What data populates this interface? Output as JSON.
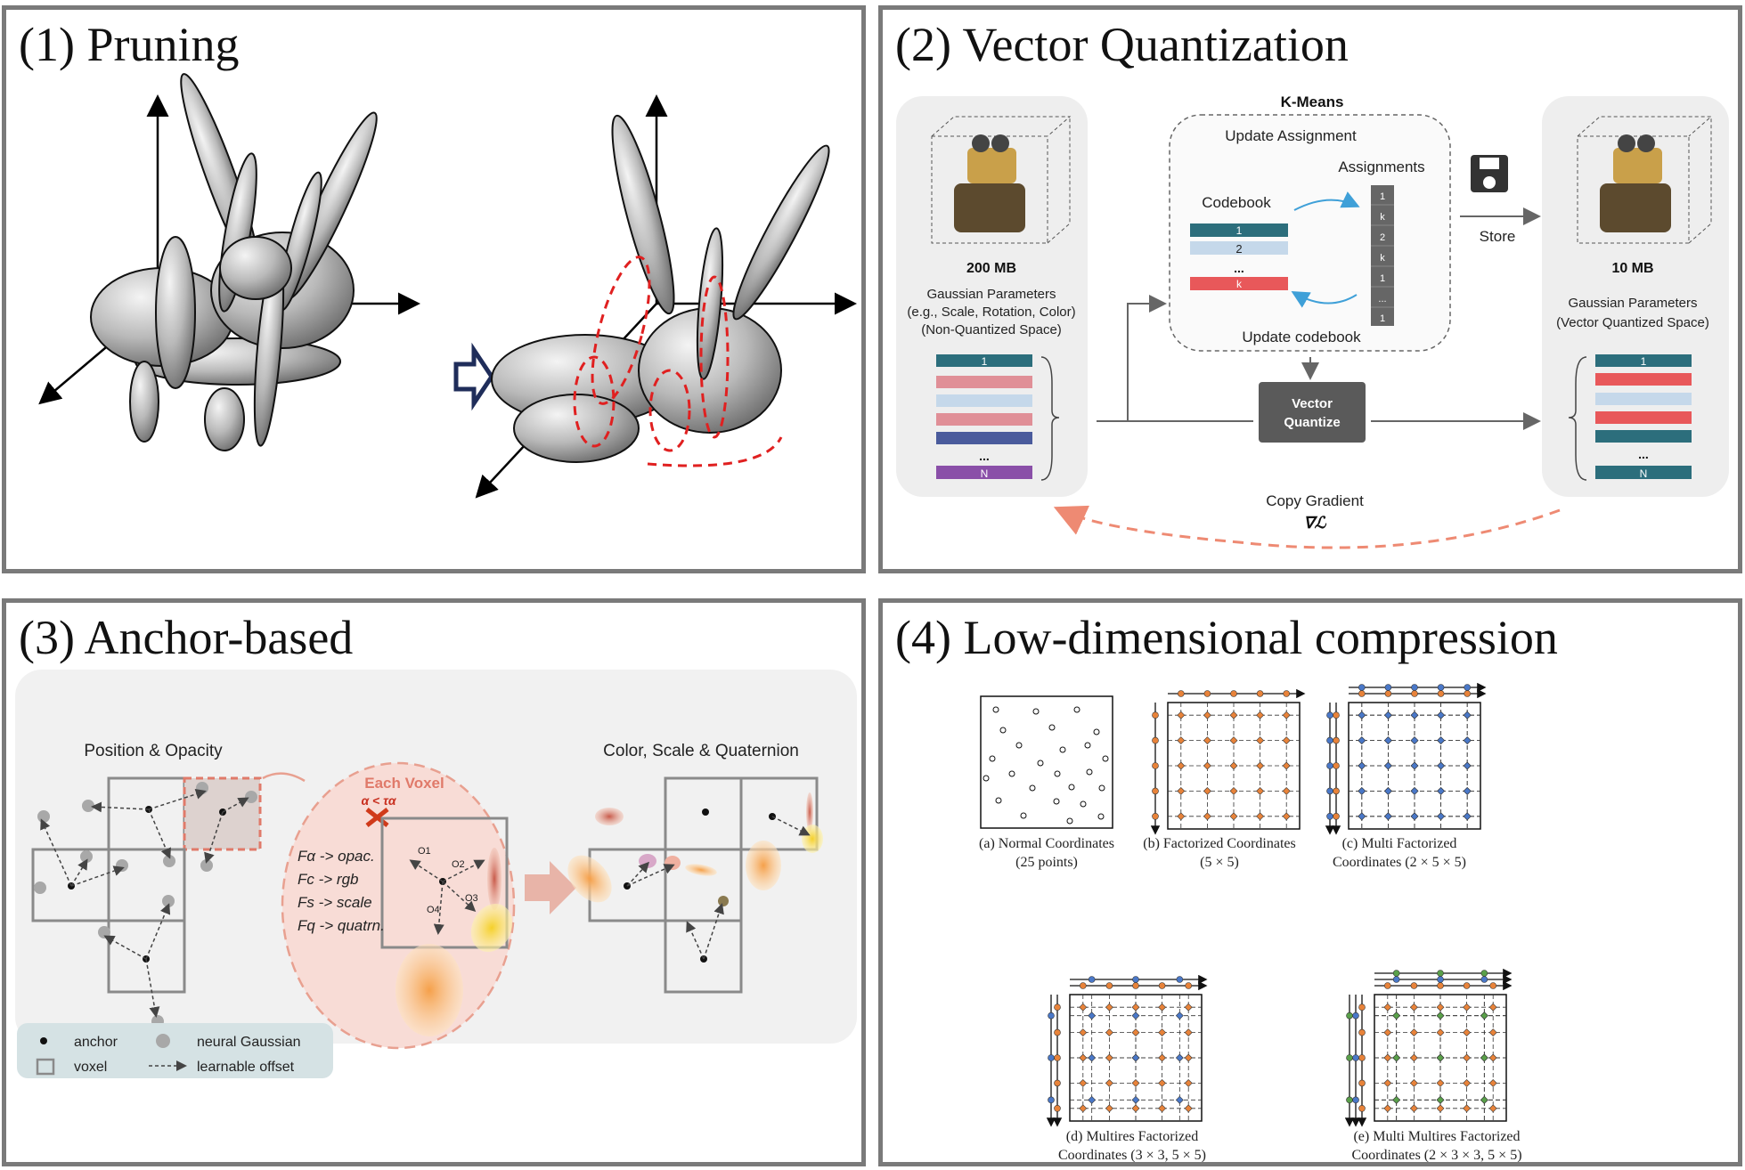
{
  "panels": {
    "pruning": {
      "title": "(1) Pruning"
    },
    "vq": {
      "title": "(2) Vector Quantization",
      "kmeans": "K-Means",
      "update_assignment": "Update Assignment",
      "assignments": "Assignments",
      "assignment_values": [
        "1",
        "k",
        "2",
        "k",
        "1",
        "...",
        "1"
      ],
      "codebook": "Codebook",
      "codebook_rows": [
        "1",
        "2",
        "...",
        "k"
      ],
      "update_codebook": "Update codebook",
      "store": "Store",
      "size_left": "200 MB",
      "params_left": [
        "Gaussian Parameters",
        "(e.g., Scale, Rotation, Color)",
        "(Non-Quantized Space)"
      ],
      "left_rows": [
        "1",
        "",
        "",
        "",
        "",
        "...",
        "N"
      ],
      "size_right": "10 MB",
      "params_right": [
        "Gaussian Parameters",
        "(Vector Quantized Space)"
      ],
      "right_rows": [
        "1",
        "",
        "",
        "",
        "",
        "...",
        "N"
      ],
      "vector_quantize": [
        "Vector",
        "Quantize"
      ],
      "copy_gradient": "Copy Gradient",
      "grad_symbol": "∇ℒ",
      "colors": {
        "teal": "#2c6e7c",
        "red": "#e8585a",
        "lightblue": "#c5d8ea",
        "purple": "#8a4fa8",
        "navy": "#4a5b9c",
        "pink": "#e08f97",
        "gray": "#5a5a5a",
        "dashed_arrow": "#ee8a73"
      }
    },
    "anchor": {
      "title": "(3) Anchor-based",
      "position_opacity": "Position & Opacity",
      "color_scale": "Color, Scale & Quaternion",
      "each_voxel": "Each Voxel",
      "alpha_cond": "α < τα",
      "features": [
        "Fα -> opac.",
        "Fc -> rgb",
        "Fs -> scale",
        "Fq -> quatrn."
      ],
      "offsets": [
        "O1",
        "O2",
        "O3",
        "O4"
      ],
      "legend": {
        "anchor": "anchor",
        "voxel": "voxel",
        "neural": "neural Gaussian",
        "offset": "learnable offset"
      }
    },
    "lowdim": {
      "title": "(4) Low-dimensional compression",
      "captions": {
        "a": [
          "(a) Normal Coordinates",
          "(25 points)"
        ],
        "b": [
          "(b) Factorized Coordinates",
          "(5 × 5)"
        ],
        "c": [
          "(c) Multi Factorized",
          "Coordinates (2 × 5 × 5)"
        ],
        "d": [
          "(d) Multires Factorized",
          "Coordinates (3 × 3, 5 × 5)"
        ],
        "e": [
          "(e) Multi Multires Factorized",
          "Coordinates (2 × 3 × 3, 5 × 5)"
        ]
      },
      "colors": {
        "orange": "#e8833a",
        "blue": "#4a78c8",
        "green": "#5aa04a"
      }
    }
  }
}
